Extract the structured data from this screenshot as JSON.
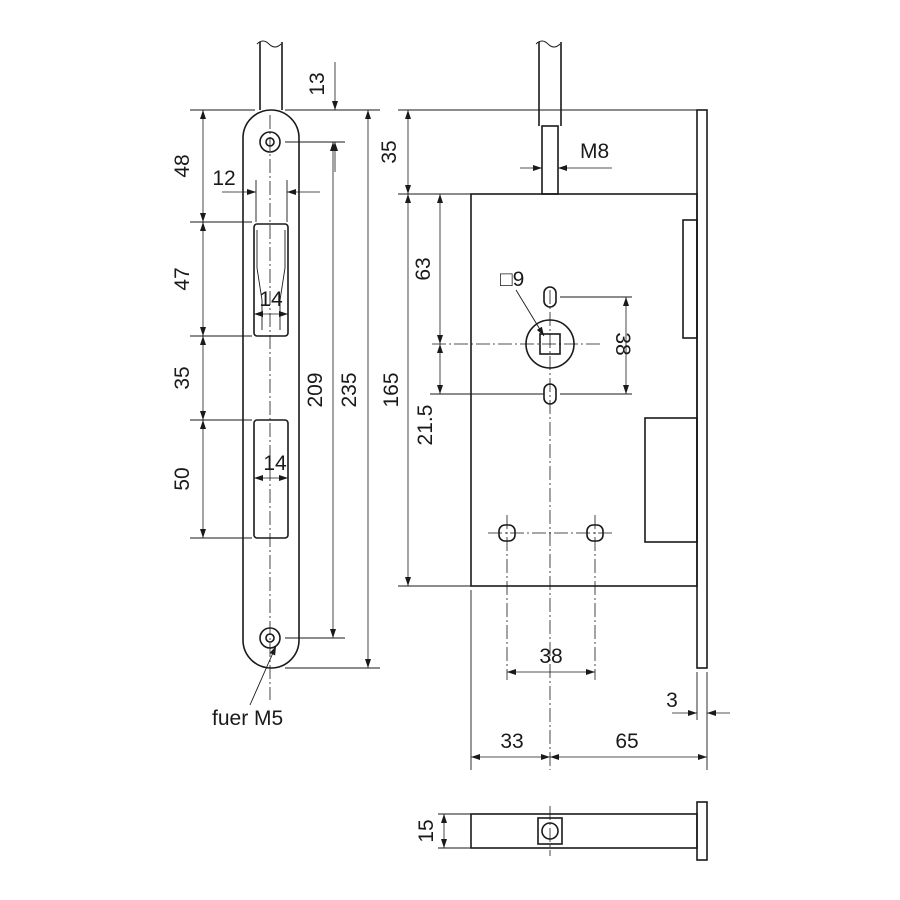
{
  "front_view": {
    "dims": {
      "d13": "13",
      "d48": "48",
      "d12": "12",
      "d47": "47",
      "d14_top": "14",
      "d35": "35",
      "d209": "209",
      "d235": "235",
      "d50": "50",
      "d14_bottom": "14"
    },
    "screw_note": "fuer M5"
  },
  "side_view": {
    "dims": {
      "d35": "35",
      "m8": "M8",
      "d63": "63",
      "square": "□9",
      "d38_vertical": "38",
      "d165": "165",
      "d21_5": "21.5",
      "d38_horizontal": "38",
      "d3": "3",
      "d33": "33",
      "d65": "65"
    }
  },
  "top_view": {
    "dims": {
      "d15": "15"
    }
  }
}
